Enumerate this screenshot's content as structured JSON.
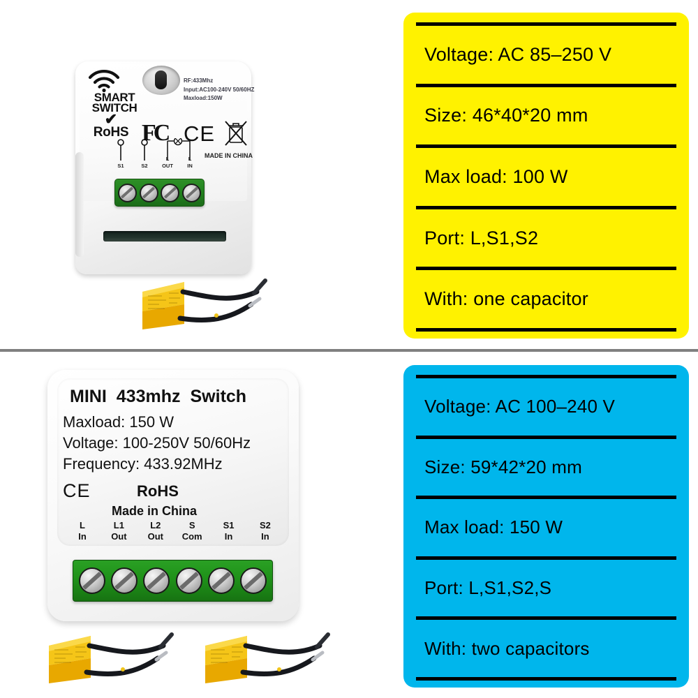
{
  "top_product": {
    "panel_color": "#fff200",
    "device": {
      "brand_line1": "SMART",
      "brand_line2": "SWITCH",
      "wifi_icon": "wifi-icon",
      "button_icon": "push-button",
      "print_rf": "RF:433Mhz",
      "print_input": "Input:AC100-240V 50/60HZ",
      "print_maxload": "Maxload:150W",
      "rohs_check": "✔",
      "rohs_label": "RoHS",
      "fc_mark": "FC",
      "ce_mark": "CE",
      "weee_icon": "weee-bin-icon",
      "made_in": "MADE IN CHINA",
      "ports": [
        {
          "top": "",
          "name": "S1",
          "sub": ""
        },
        {
          "top": "",
          "name": "S2",
          "sub": ""
        },
        {
          "top": "L",
          "name": "OUT",
          "sub": ""
        },
        {
          "top": "L",
          "name": "IN",
          "sub": ""
        }
      ],
      "terminal_count": 4
    },
    "specs": [
      {
        "label": "Voltage:",
        "value": "AC 85–250 V",
        "text": "Voltage: AC 85–250 V"
      },
      {
        "label": "Size:",
        "value": "46*40*20 mm",
        "text": "Size: 46*40*20 mm"
      },
      {
        "label": "Max load:",
        "value": "100 W",
        "text": "Max load: 100 W"
      },
      {
        "label": "Port:",
        "value": "L,S1,S2",
        "text": "Port: L,S1,S2"
      },
      {
        "label": "With:",
        "value": "one capacitor",
        "text": "With: one capacitor"
      }
    ],
    "capacitor_count": 1
  },
  "bottom_product": {
    "panel_color": "#00b6ec",
    "device": {
      "title_a": "MINI",
      "title_b": "433mhz",
      "title_c": "Switch",
      "maxload": "Maxload: 150 W",
      "voltage": "Voltage: 100-250V 50/60Hz",
      "frequency": "Frequency: 433.92MHz",
      "ce_mark": "CE",
      "rohs_label": "RoHS",
      "made_in": "Made in China",
      "ports": [
        {
          "name": "L",
          "sub": "In"
        },
        {
          "name": "L1",
          "sub": "Out"
        },
        {
          "name": "L2",
          "sub": "Out"
        },
        {
          "name": "S",
          "sub": "Com"
        },
        {
          "name": "S1",
          "sub": "In"
        },
        {
          "name": "S2",
          "sub": "In"
        }
      ],
      "terminal_count": 6
    },
    "specs": [
      {
        "label": "Voltage:",
        "value": "AC 100–240 V",
        "text": "Voltage: AC 100–240 V"
      },
      {
        "label": "Size:",
        "value": "59*42*20 mm",
        "text": "Size: 59*42*20 mm"
      },
      {
        "label": "Max load:",
        "value": "150 W",
        "text": "Max load: 150 W"
      },
      {
        "label": "Port:",
        "value": "L,S1,S2,S",
        "text": "Port: L,S1,S2,S"
      },
      {
        "label": "With:",
        "value": "two capacitors",
        "text": "With: two capacitors"
      }
    ],
    "capacitor_count": 2
  }
}
